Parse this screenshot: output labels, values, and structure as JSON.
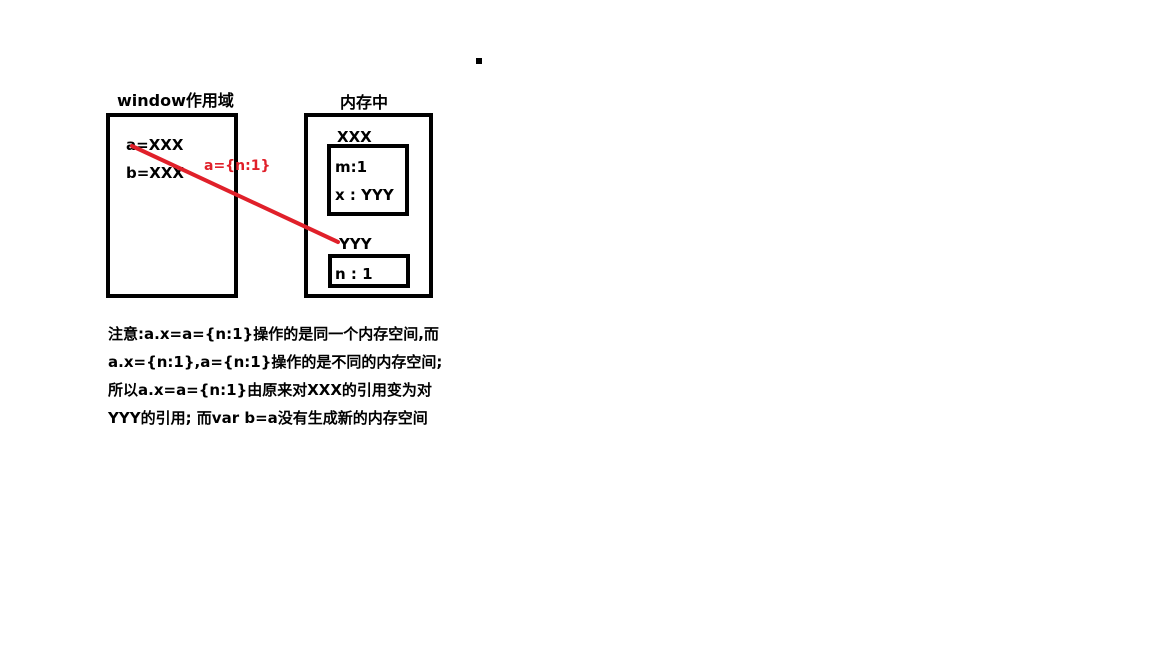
{
  "window_scope": {
    "title": "window作用域",
    "vars": [
      "a=XXX",
      "b=XXX"
    ]
  },
  "memory": {
    "title": "内存中",
    "obj_xxx": {
      "label": "XXX",
      "props": [
        "m:1",
        "x : YYY"
      ]
    },
    "obj_yyy": {
      "label": "YYY",
      "props": [
        "n : 1"
      ]
    }
  },
  "pointer": {
    "label": "a={n:1}",
    "color": "#e0202a"
  },
  "note": {
    "lines": [
      "注意:a.x=a={n:1}操作的是同一个内存空间,而",
      "a.x={n:1},a={n:1}操作的是不同的内存空间;",
      "所以a.x=a={n:1}由原来对XXX的引用变为对",
      "YYY的引用; 而var b=a没有生成新的内存空间"
    ]
  }
}
